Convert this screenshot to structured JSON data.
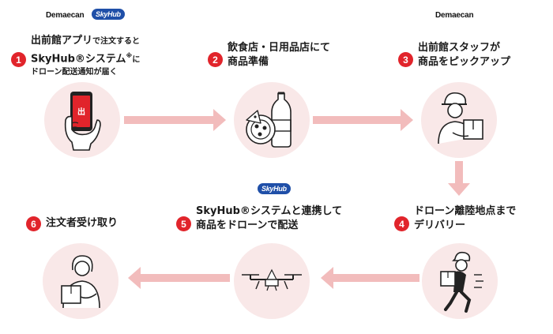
{
  "logos": {
    "demaecan": "Demaecan",
    "skyhub": "SkyHub"
  },
  "steps": [
    {
      "num": "1",
      "line1_main": "出前館アプリ",
      "line1_small": "で注文すると",
      "line2": "SkyHub®システム",
      "line2_sup": "※",
      "line2_suffix": "に",
      "line3": "ドローン配送通知が届く"
    },
    {
      "num": "2",
      "line1": "飲食店・日用品店にて",
      "line2": "商品準備"
    },
    {
      "num": "3",
      "line1": "出前館スタッフが",
      "line2": "商品をピックアップ"
    },
    {
      "num": "4",
      "line1": "ドローン離陸地点まで",
      "line2": "デリバリー"
    },
    {
      "num": "5",
      "line1": "SkyHub®システムと連携して",
      "line2": "商品をドローンで配送"
    },
    {
      "num": "6",
      "line1": "注文者受け取り"
    }
  ],
  "colors": {
    "accent": "#e1242b",
    "arrow": "#f2bcbc",
    "circle": "#f9e8e8",
    "skyhub": "#1f4fa8"
  },
  "icons": [
    "smartphone-hand-icon",
    "pizza-bottle-icon",
    "staff-box-icon",
    "delivery-runner-icon",
    "drone-icon",
    "receiver-box-icon"
  ]
}
